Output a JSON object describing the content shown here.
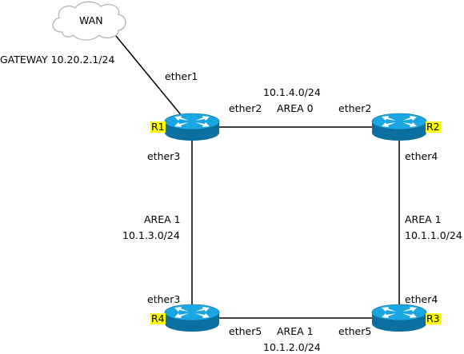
{
  "wan": {
    "label": "WAN",
    "gateway": "GATEWAY 10.20.2.1/24",
    "port": "ether1"
  },
  "routers": {
    "r1": {
      "name": "R1"
    },
    "r2": {
      "name": "R2"
    },
    "r3": {
      "name": "R3"
    },
    "r4": {
      "name": "R4"
    }
  },
  "links": {
    "r1_r2": {
      "subnet": "10.1.4.0/24",
      "area": "AREA 0",
      "port_a": "ether2",
      "port_b": "ether2"
    },
    "r2_r3": {
      "area": "AREA 1",
      "subnet": "10.1.1.0/24",
      "port_a": "ether4",
      "port_b": "ether4"
    },
    "r3_r4": {
      "area": "AREA 1",
      "subnet": "10.1.2.0/24",
      "port_a": "ether5",
      "port_b": "ether5"
    },
    "r1_r4": {
      "area": "AREA 1",
      "subnet": "10.1.3.0/24",
      "port_a": "ether3",
      "port_b": "ether3"
    }
  },
  "colors": {
    "router_top": "#1aa6e0",
    "router_side": "#0b6f9f",
    "highlight": "#ffff00",
    "cloud_stroke": "#b0b0b0"
  }
}
